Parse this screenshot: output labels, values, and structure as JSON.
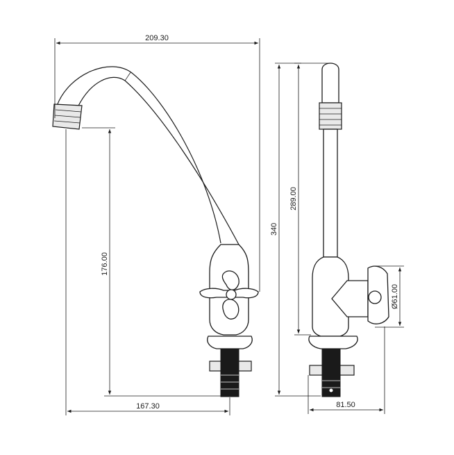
{
  "dimensions": {
    "overall_width": "209.30",
    "spout_reach": "167.30",
    "spout_outlet_height": "176.00",
    "total_height": "340",
    "side_height": "289.00",
    "handle_diameter": "Ø61.00",
    "side_depth": "81.50"
  },
  "colors": {
    "line": "#1a1a1a",
    "background": "#ffffff"
  }
}
